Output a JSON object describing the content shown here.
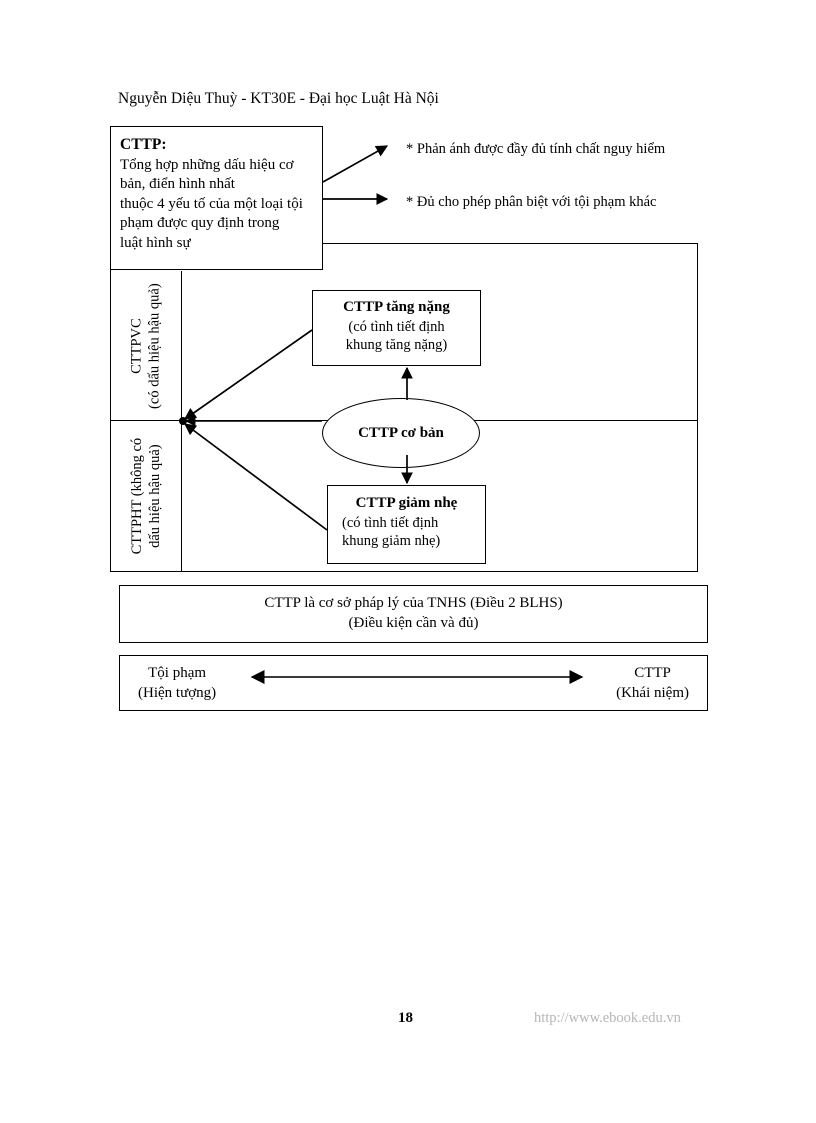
{
  "header": {
    "text": "Nguyễn Diệu Thuỳ - KT30E - Đại học Luật Hà Nội"
  },
  "definition": {
    "title": "CTTP:",
    "line1": "Tổng hợp những dấu hiệu cơ",
    "line2": "bản, điển hình nhất",
    "line3": "thuộc 4 yếu tố của một loại tội",
    "line4": "phạm được quy định trong",
    "line5": "luật hình sự"
  },
  "bullets": [
    "* Phản ánh được đầy đủ tính chất nguy hiểm",
    "* Đủ cho phép phân biệt với tội phạm khác"
  ],
  "side_labels": {
    "vc": {
      "line1": "CTTPVC",
      "line2": "(có dấu hiệu hậu quả)"
    },
    "ht": {
      "line1": "CTTPHT (không có",
      "line2": "dấu hiệu hậu quả)"
    }
  },
  "boxes": {
    "tang_nang": {
      "title": "CTTP tăng nặng",
      "sub1": "(có tình tiết định",
      "sub2": "khung tăng nặng)"
    },
    "giam_nhe": {
      "title": "CTTP giảm nhẹ",
      "sub1": "(có tình tiết định",
      "sub2": "khung giảm nhẹ)"
    },
    "co_ban": {
      "title": "CTTP cơ bản"
    }
  },
  "bottom_bars": {
    "legal_basis": {
      "line1": "CTTP là cơ sở pháp lý của TNHS (Điều 2 BLHS)",
      "line2": "(Điều kiện cần và đủ)"
    },
    "compare": {
      "left_line1": "Tội phạm",
      "left_line2": "(Hiện tượng)",
      "right_line1": "CTTP",
      "right_line2": "(Khái niệm)"
    }
  },
  "footer": {
    "page_number": "18",
    "url": "http://www.ebook.edu.vn"
  },
  "colors": {
    "ink": "#000000",
    "paper": "#ffffff",
    "footer_url": "#b6b6b6"
  }
}
